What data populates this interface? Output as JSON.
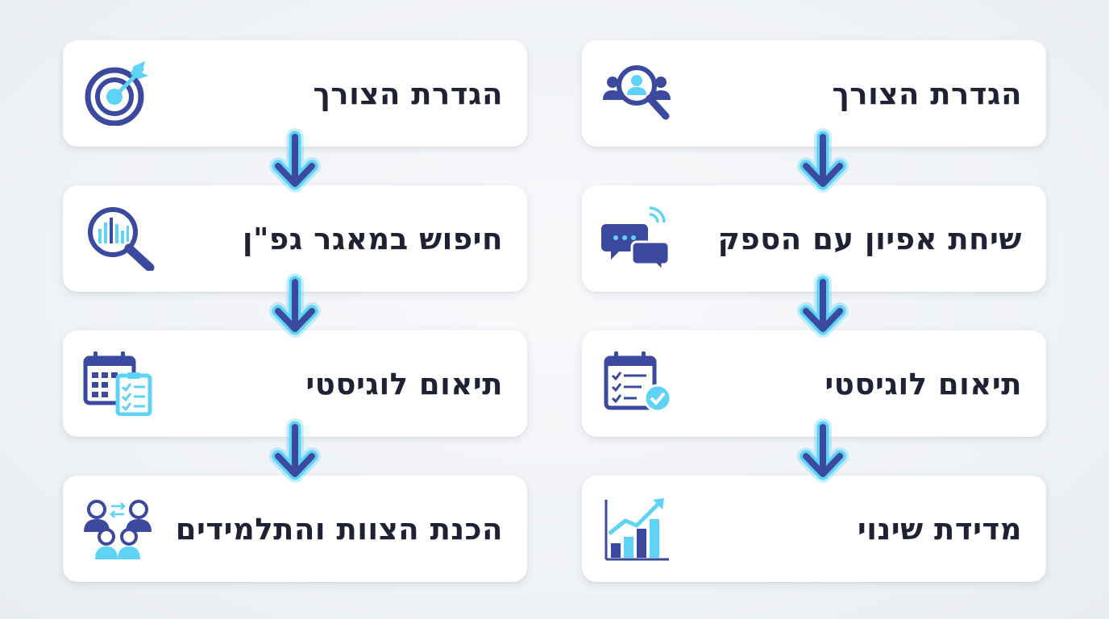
{
  "colors": {
    "navy": "#3b4a9e",
    "cyan": "#5ed3f5",
    "text": "#1e2234",
    "card": "#ffffff",
    "background": "#f1f3f7"
  },
  "left_column": {
    "steps": [
      {
        "label": "הגדרת הצורך",
        "icon": "target-icon"
      },
      {
        "label": "חיפוש במאגר גפ\"ן",
        "icon": "magnifier-data-icon"
      },
      {
        "label": "תיאום לוגיסטי",
        "icon": "calendar-checklist-icon"
      },
      {
        "label": "הכנת הצוות והתלמידים",
        "icon": "team-icon"
      }
    ]
  },
  "right_column": {
    "steps": [
      {
        "label": "הגדרת הצורך",
        "icon": "user-search-icon"
      },
      {
        "label": "שיחת אפיון עם הספק",
        "icon": "chat-bubbles-icon"
      },
      {
        "label": "תיאום לוגיסטי",
        "icon": "calendar-check-icon"
      },
      {
        "label": "מדידת שינוי",
        "icon": "growth-chart-icon"
      }
    ]
  }
}
